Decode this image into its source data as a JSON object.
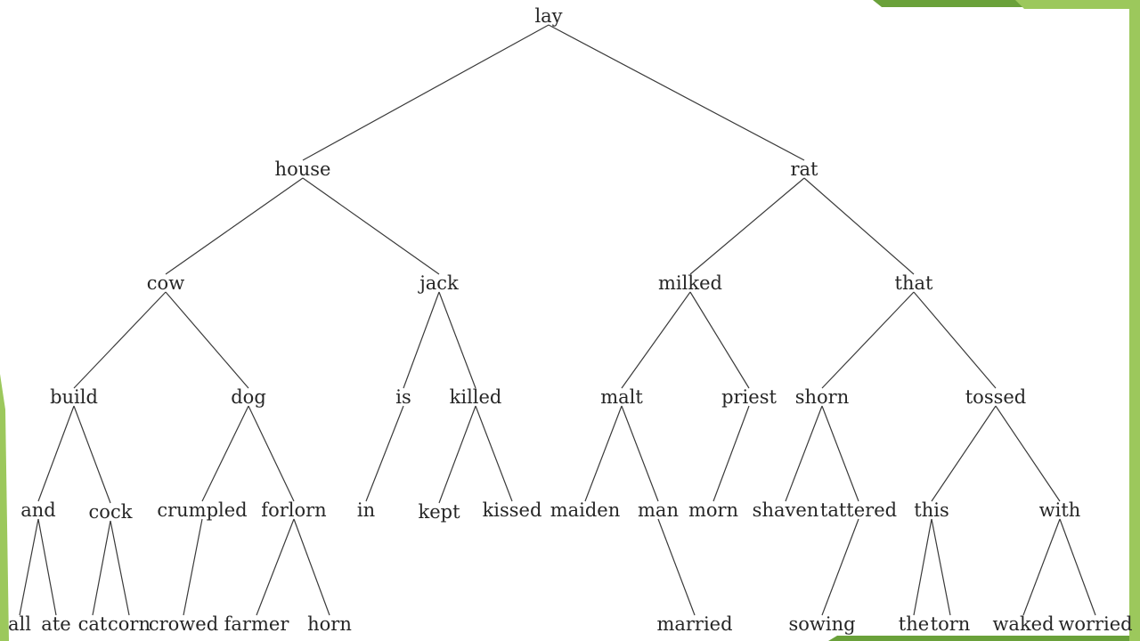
{
  "slide": {
    "accent_dark": "#6aa13a",
    "accent_light": "#9cc85c",
    "line_color": "#3a3a3a",
    "text_color": "#262626"
  },
  "tree": {
    "nodes": [
      {
        "id": "lay",
        "label": "lay"
      },
      {
        "id": "house",
        "label": "house",
        "parent": "lay"
      },
      {
        "id": "rat",
        "label": "rat",
        "parent": "lay"
      },
      {
        "id": "cow",
        "label": "cow",
        "parent": "house"
      },
      {
        "id": "jack",
        "label": "jack",
        "parent": "house"
      },
      {
        "id": "milked",
        "label": "milked",
        "parent": "rat"
      },
      {
        "id": "that",
        "label": "that",
        "parent": "rat"
      },
      {
        "id": "build",
        "label": "build",
        "parent": "cow"
      },
      {
        "id": "dog",
        "label": "dog",
        "parent": "cow"
      },
      {
        "id": "is",
        "label": "is",
        "parent": "jack"
      },
      {
        "id": "killed",
        "label": "killed",
        "parent": "jack"
      },
      {
        "id": "malt",
        "label": "malt",
        "parent": "milked"
      },
      {
        "id": "priest",
        "label": "priest",
        "parent": "milked"
      },
      {
        "id": "shorn",
        "label": "shorn",
        "parent": "that"
      },
      {
        "id": "tossed",
        "label": "tossed",
        "parent": "that"
      },
      {
        "id": "and",
        "label": "and",
        "parent": "build"
      },
      {
        "id": "cock",
        "label": "cock",
        "parent": "build"
      },
      {
        "id": "crumpled",
        "label": "crumpled",
        "parent": "dog"
      },
      {
        "id": "forlorn",
        "label": "forlorn",
        "parent": "dog"
      },
      {
        "id": "in",
        "label": "in",
        "parent": "is"
      },
      {
        "id": "kept",
        "label": "kept",
        "parent": "killed"
      },
      {
        "id": "kissed",
        "label": "kissed",
        "parent": "killed"
      },
      {
        "id": "maiden",
        "label": "maiden",
        "parent": "malt"
      },
      {
        "id": "man",
        "label": "man",
        "parent": "malt"
      },
      {
        "id": "morn",
        "label": "morn",
        "parent": "priest"
      },
      {
        "id": "shaven",
        "label": "shaven",
        "parent": "shorn"
      },
      {
        "id": "tattered",
        "label": "tattered",
        "parent": "shorn"
      },
      {
        "id": "this",
        "label": "this",
        "parent": "tossed"
      },
      {
        "id": "with",
        "label": "with",
        "parent": "tossed"
      },
      {
        "id": "all",
        "label": "all",
        "parent": "and"
      },
      {
        "id": "ate",
        "label": "ate",
        "parent": "and"
      },
      {
        "id": "cat",
        "label": "cat",
        "parent": "cock"
      },
      {
        "id": "corn",
        "label": "corn",
        "parent": "cock"
      },
      {
        "id": "crowed",
        "label": "crowed",
        "parent": "crumpled"
      },
      {
        "id": "farmer",
        "label": "farmer",
        "parent": "forlorn"
      },
      {
        "id": "horn",
        "label": "horn",
        "parent": "forlorn"
      },
      {
        "id": "married",
        "label": "married",
        "parent": "man"
      },
      {
        "id": "sowing",
        "label": "sowing",
        "parent": "tattered"
      },
      {
        "id": "the",
        "label": "the",
        "parent": "this"
      },
      {
        "id": "torn",
        "label": "torn",
        "parent": "this"
      },
      {
        "id": "waked",
        "label": "waked",
        "parent": "with"
      },
      {
        "id": "worried",
        "label": "worried",
        "parent": "with"
      }
    ]
  }
}
